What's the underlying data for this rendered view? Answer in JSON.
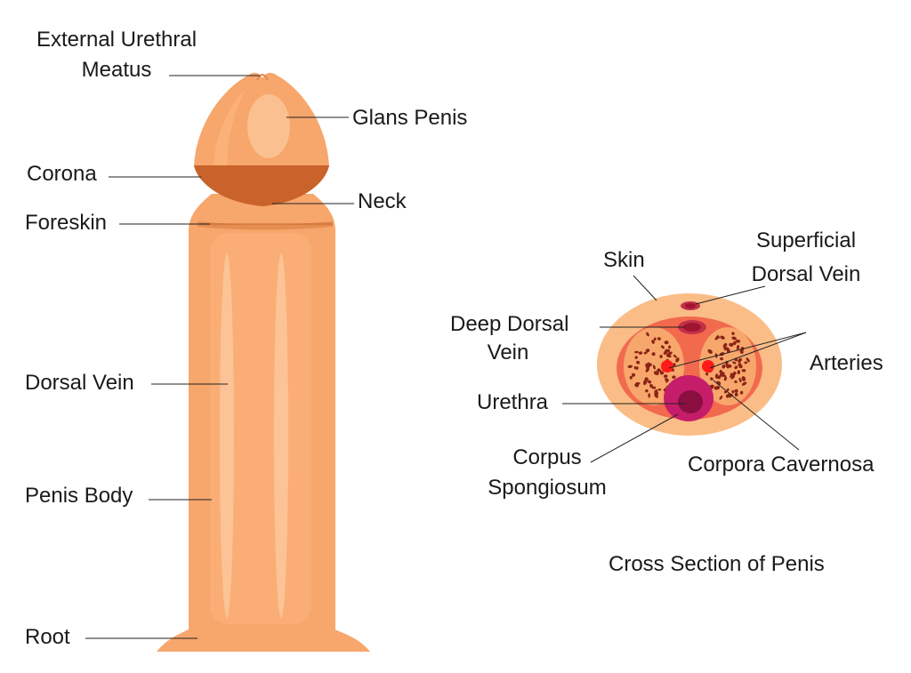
{
  "side_view": {
    "labels": {
      "meatus_line1": "External Urethral",
      "meatus_line2": "Meatus",
      "glans": "Glans Penis",
      "corona": "Corona",
      "neck": "Neck",
      "foreskin": "Foreskin",
      "dorsal_vein": "Dorsal Vein",
      "body": "Penis Body",
      "root": "Root"
    }
  },
  "cross_section": {
    "caption": "Cross Section of Penis",
    "labels": {
      "skin": "Skin",
      "superficial_line1": "Superficial",
      "superficial_line2": "Dorsal Vein",
      "deep_line1": "Deep Dorsal",
      "deep_line2": "Vein",
      "arteries": "Arteries",
      "urethra": "Urethra",
      "spongiosum_line1": "Corpus",
      "spongiosum_line2": "Spongiosum",
      "cavernosa": "Corpora Cavernosa"
    }
  },
  "colors": {
    "skin": "#f7a66c",
    "skin_light": "#fbc08f",
    "glans_shadow": "#c9632b",
    "outer_ring": "#fbbd87",
    "inner_tissue": "#f26a4e",
    "cavernosa_fill": "#f7a66c",
    "cavernosa_dots": "#8a2415",
    "spongiosum": "#c51d6a",
    "urethra": "#8a0f40",
    "arteries": "#ff1a1a",
    "vein": "#b0243a"
  }
}
